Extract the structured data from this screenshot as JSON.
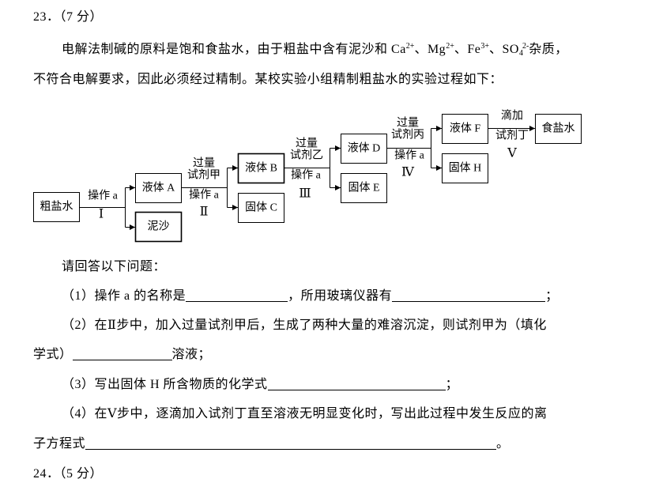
{
  "q23": {
    "heading": "23．（7 分）",
    "intro": {
      "line1_text": "电解法制碱的原料是饱和食盐水，由于粗盐中含有泥沙和 ",
      "ions": [
        {
          "base": "Ca",
          "sup": "2+"
        },
        {
          "base": "Mg",
          "sup": "2+"
        },
        {
          "base": "Fe",
          "sup": "3+"
        },
        {
          "base": "SO",
          "sub": "4",
          "sup": "2-"
        }
      ],
      "separator": "、",
      "line1_end": "杂质，",
      "line2_text": "不符合电解要求，因此必须经过精制。某校实验小组精制粗盐水的实验过程如下："
    },
    "diagram": {
      "nodes": [
        {
          "label": "粗盐水"
        },
        {
          "label": "液体 A"
        },
        {
          "label": "泥沙"
        },
        {
          "label": "液体 B"
        },
        {
          "label": "固体 C"
        },
        {
          "label": "液体 D"
        },
        {
          "label": "固体 E"
        },
        {
          "label": "液体 F"
        },
        {
          "label": "固体 H"
        },
        {
          "label": "食盐水"
        }
      ],
      "steps": [
        {
          "operation": "操作 a",
          "numeral": "Ⅰ"
        },
        {
          "reagent": [
            "过量",
            "试剂甲"
          ],
          "operation": "操作 a",
          "numeral": "Ⅱ"
        },
        {
          "reagent": [
            "过量",
            "试剂乙"
          ],
          "operation": "操作 a",
          "numeral": "Ⅲ"
        },
        {
          "reagent": [
            "过量",
            "试剂丙"
          ],
          "operation": "操作 a",
          "numeral": "Ⅳ"
        },
        {
          "reagent": [
            "滴加",
            "试剂丁"
          ],
          "numeral": "Ⅴ"
        }
      ]
    },
    "prompt": "请回答以下问题：",
    "parts": {
      "p1": {
        "prefix": "（1）操作 a 的名称是",
        "middle": "，所用玻璃仪器有",
        "suffix": "；"
      },
      "p2": {
        "line1": "（2）在Ⅱ步中，加入过量试剂甲后，生成了两种大量的难溶沉淀，则试剂甲为（填化",
        "line2_prefix": "学式）",
        "line2_suffix": "溶液；"
      },
      "p3": {
        "prefix": "（3）写出固体 H 所含物质的化学式",
        "suffix": "；"
      },
      "p4": {
        "line1": "（4）在Ⅴ步中，逐滴加入试剂丁直至溶液无明显变化时，写出此过程中发生反应的离",
        "line2_prefix": "子方程式",
        "line2_suffix": "。"
      }
    }
  },
  "q24": {
    "heading": "24．（5 分）"
  }
}
